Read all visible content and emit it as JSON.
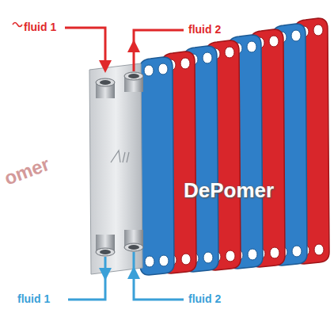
{
  "diagram": {
    "labels": [
      "fluid 1",
      "fluid 2",
      "fluid 1",
      "fluid 2",
      "DePomer",
      "omer"
    ]
  }
}
